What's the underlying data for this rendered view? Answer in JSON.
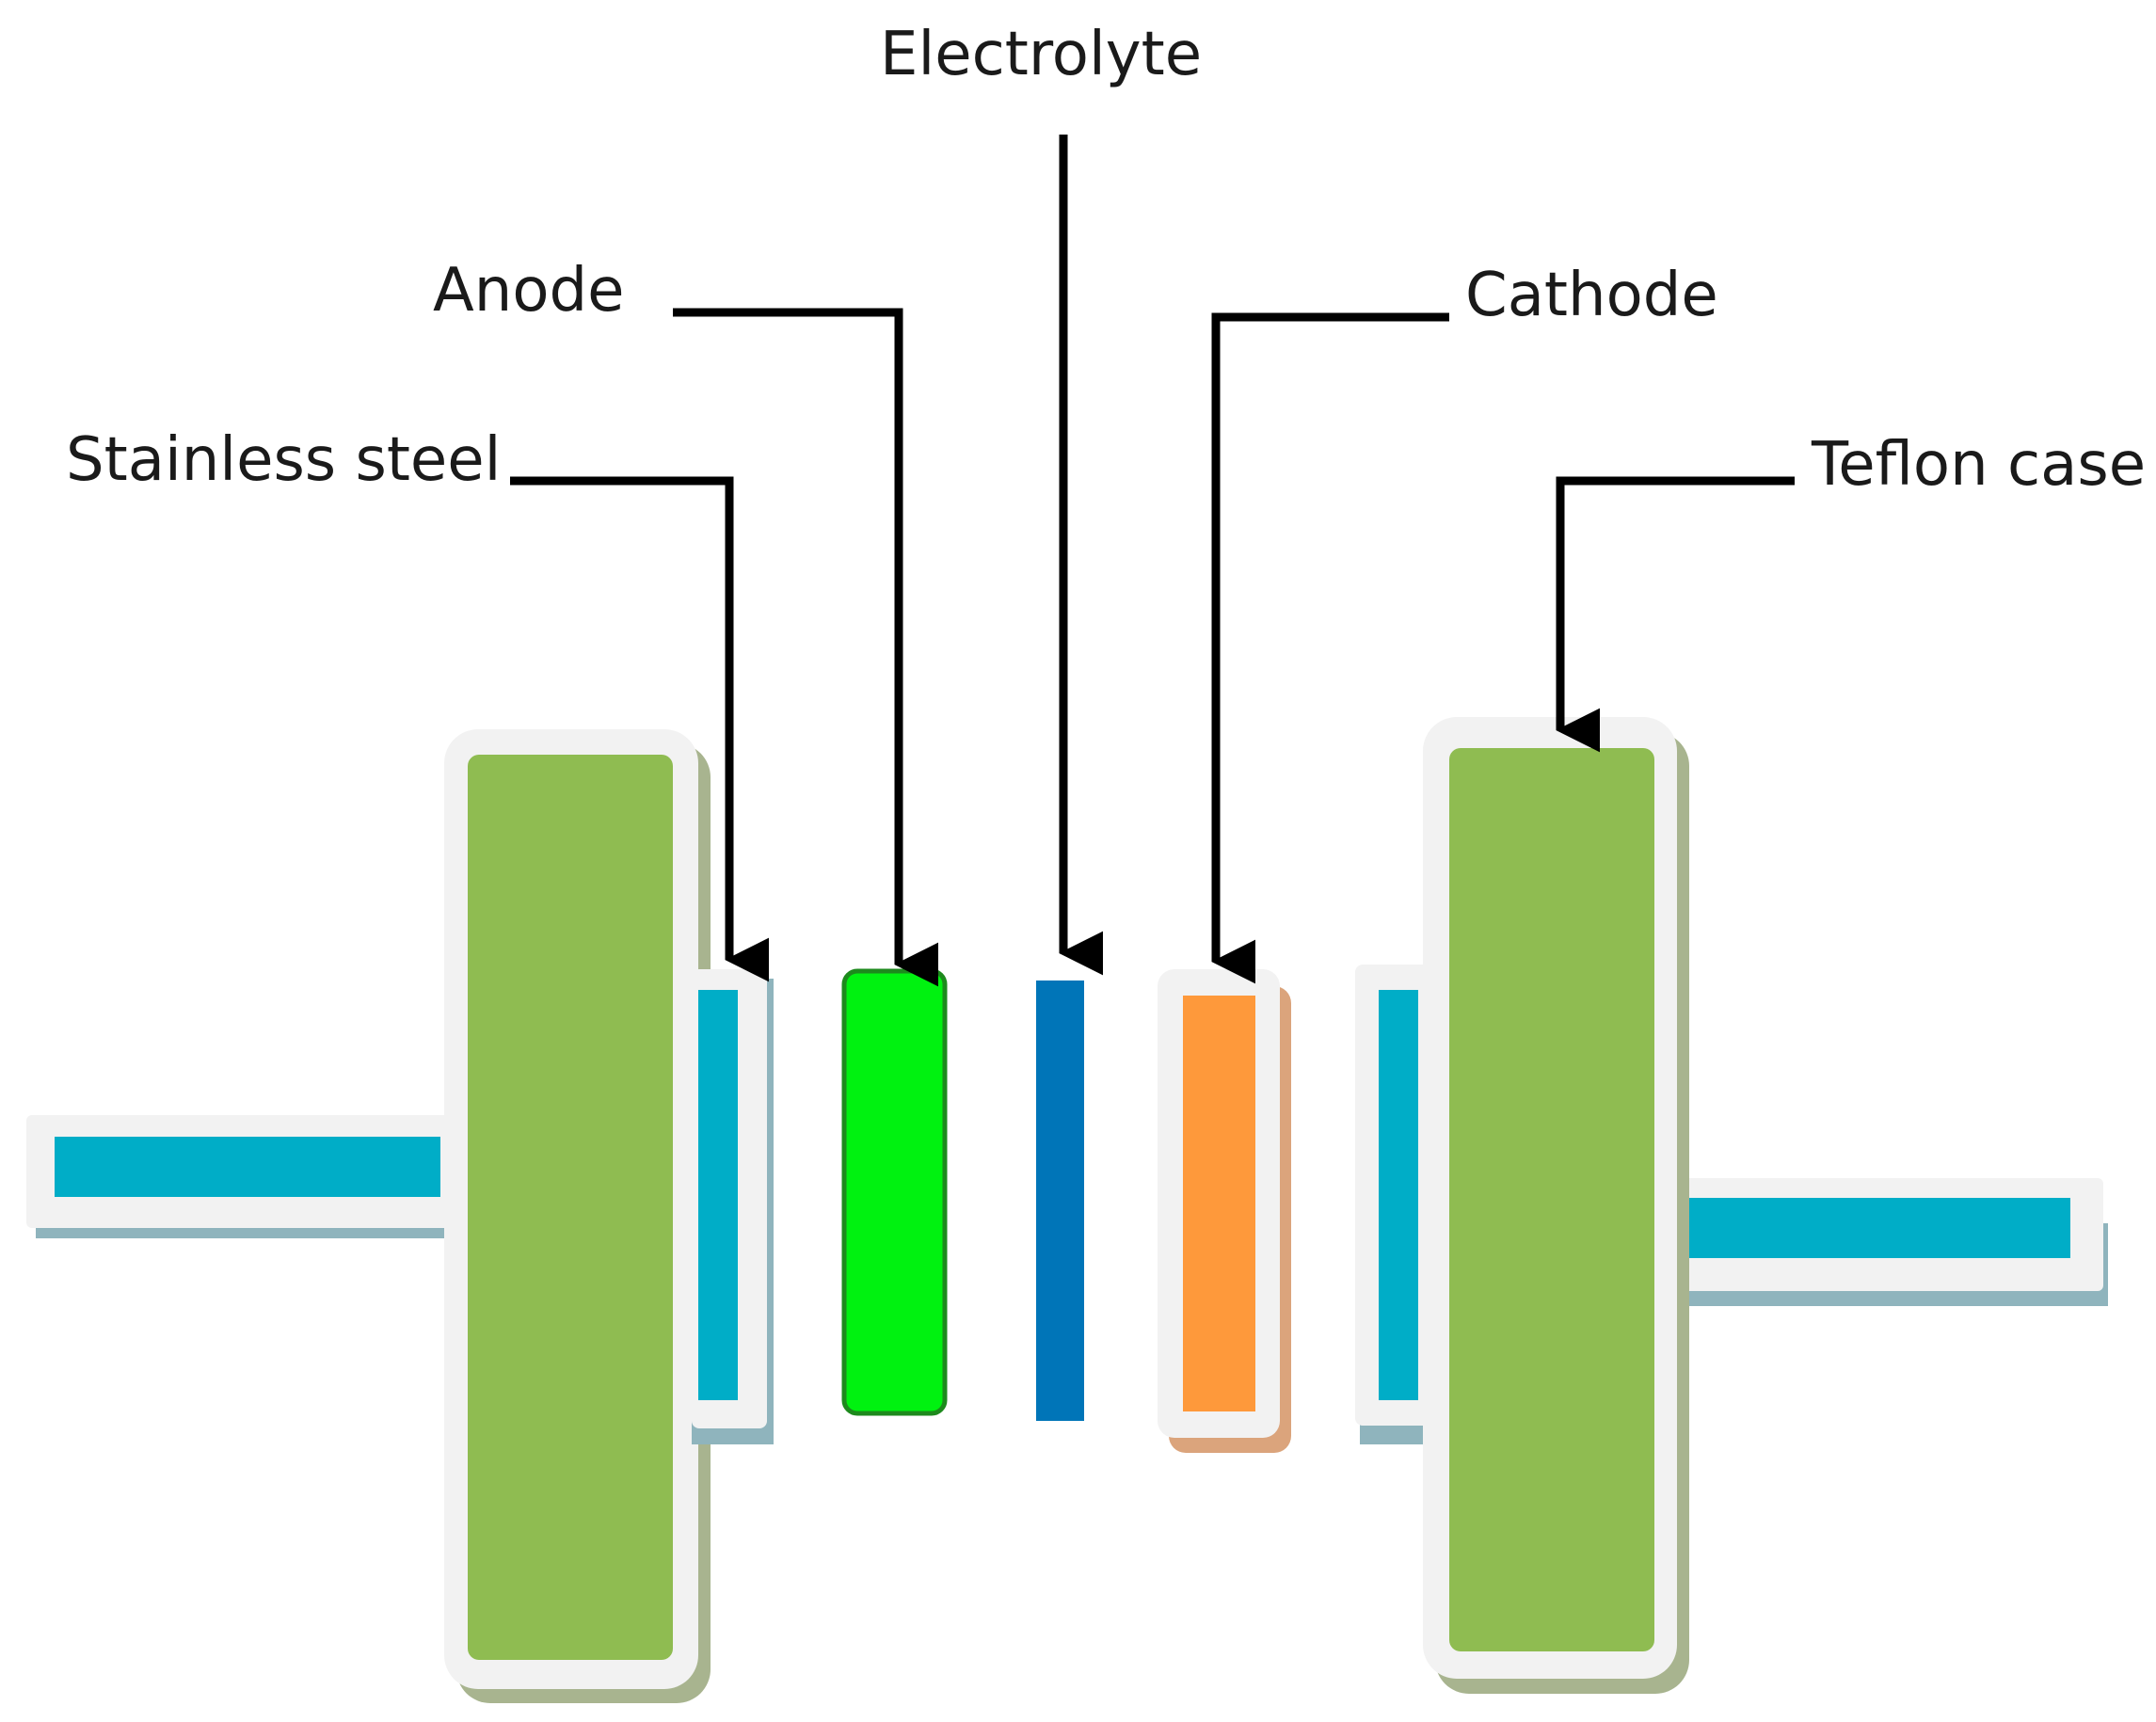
{
  "labels": {
    "electrolyte": "Electrolyte",
    "anode": "Anode",
    "cathode": "Cathode",
    "stainless_steel": "Stainless steel",
    "teflon_case": "Teflon case"
  },
  "colors": {
    "teflon": "#8fbc51",
    "steel": "#00adc7",
    "steel_shadow": "#8fb4bd",
    "anode": "#00f210",
    "anode_border": "#1d8a1d",
    "electrolyte": "#0075b8",
    "cathode": "#fe993b",
    "cathode_shadow": "#dba47c",
    "halo": "#f2f2f2",
    "teflon_shadow": "#a8b48f",
    "line": "#000000"
  }
}
